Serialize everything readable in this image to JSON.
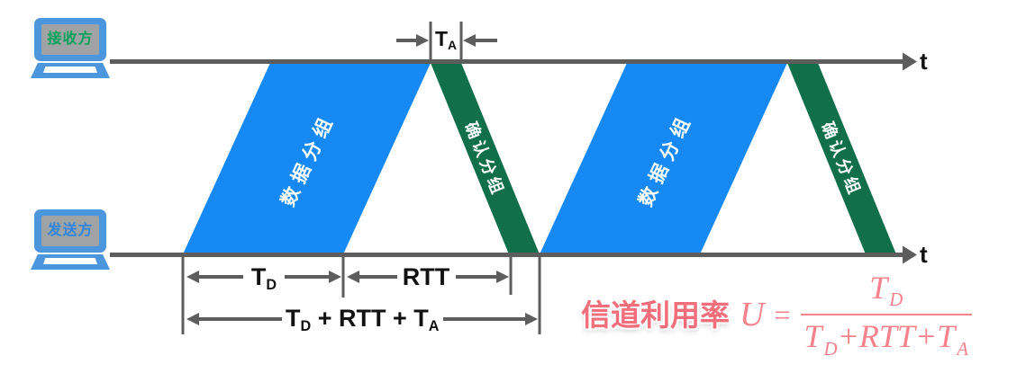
{
  "colors": {
    "data_packet_blue": "#1689F5",
    "ack_packet_green": "#11704A",
    "axis_gray": "#5D5D5D",
    "label_black": "#111111",
    "laptop_blue": "#4B96DC",
    "laptop_screen_gray": "#9FA3A3",
    "receiver_text_green": "#00A35C",
    "sender_text_blue": "#2E86E0",
    "formula_title_pink": "#F26E7B",
    "formula_math_pink": "#F8828C"
  },
  "nodes": {
    "receiver": "接收方",
    "sender": "发送方"
  },
  "axes": {
    "top_axis_label": "t",
    "bottom_axis_label": "t"
  },
  "packets": {
    "data": "数据分组",
    "ack": "确认分组"
  },
  "measurements": {
    "ta": {
      "base": "T",
      "sub": "A"
    },
    "td": {
      "base": "T",
      "sub": "D"
    },
    "rtt": "RTT",
    "total": {
      "p1": "T",
      "s1": "D",
      "p2": " + RTT + T",
      "s2": "A"
    }
  },
  "formula": {
    "title": "信道利用率",
    "variable": "U",
    "equals": "=",
    "numerator": {
      "base": "T",
      "sub": "D"
    },
    "denominator": {
      "p1": "T",
      "s1": "D",
      "p2": "+RTT+T",
      "s2": "A"
    }
  }
}
